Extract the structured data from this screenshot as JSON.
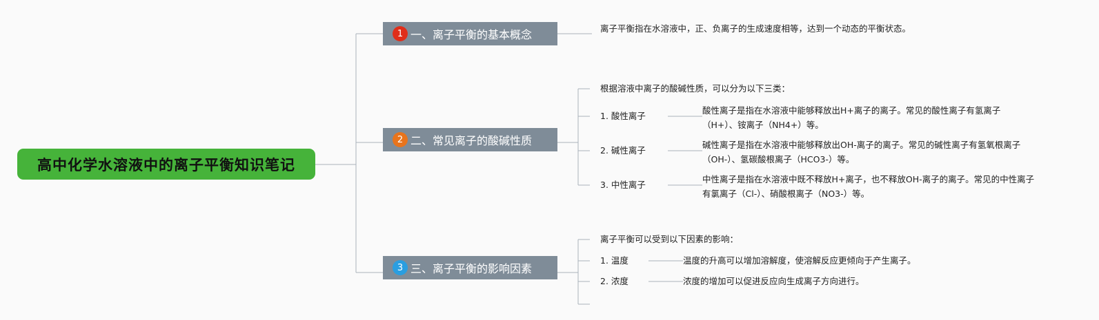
{
  "root": {
    "title": "高中化学水溶液中的离子平衡知识笔记",
    "color": "#46b33a"
  },
  "branches": [
    {
      "num": "1",
      "num_color": "#e02e1a",
      "label": "一、离子平衡的基本概念"
    },
    {
      "num": "2",
      "num_color": "#e8741c",
      "label": "二、常见离子的酸碱性质"
    },
    {
      "num": "3",
      "num_color": "#2a9ee0",
      "label": "三、离子平衡的影响因素"
    }
  ],
  "b1": {
    "text": "离子平衡指在水溶液中，正、负离子的生成速度相等，达到一个动态的平衡状态。"
  },
  "b2": {
    "intro": "根据溶液中离子的酸碱性质，可以分为以下三类：",
    "items": [
      {
        "label": "1. 酸性离子",
        "desc": "酸性离子是指在水溶液中能够释放出H+离子的离子。常见的酸性离子有氢离子（H+）、铵离子（NH4+）等。"
      },
      {
        "label": "2. 碱性离子",
        "desc": "碱性离子是指在水溶液中能够释放出OH-离子的离子。常见的碱性离子有氢氧根离子（OH-）、氢碳酸根离子（HCO3-）等。"
      },
      {
        "label": "3. 中性离子",
        "desc": "中性离子是指在水溶液中既不释放H+离子，也不释放OH-离子的离子。常见的中性离子有氯离子（Cl-）、硝酸根离子（NO3-）等。"
      }
    ]
  },
  "b3": {
    "intro": "离子平衡可以受到以下因素的影响：",
    "items": [
      {
        "label": "1. 温度",
        "desc": "温度的升高可以增加溶解度，使溶解反应更倾向于产生离子。"
      },
      {
        "label": "2. 浓度",
        "desc": "浓度的增加可以促进反应向生成离子方向进行。"
      }
    ]
  }
}
